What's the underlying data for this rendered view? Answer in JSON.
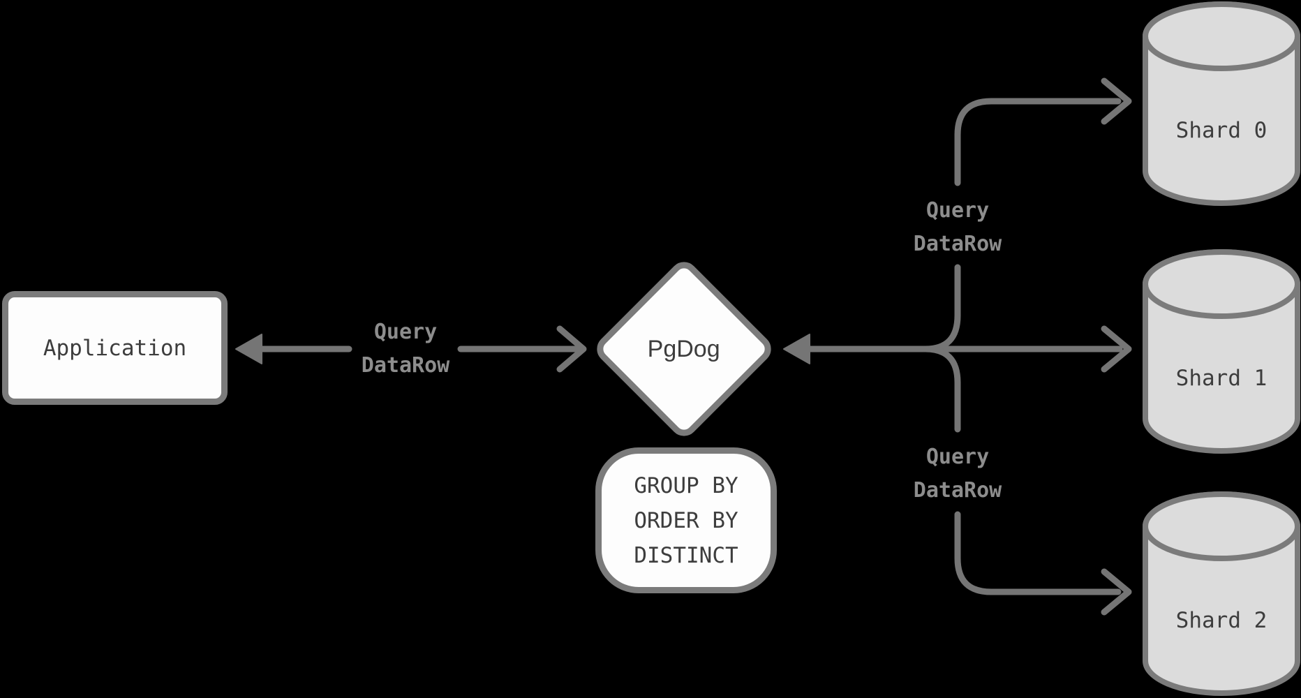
{
  "colors": {
    "canvas-bg": "#000000",
    "node-fill": "#fdfdfd",
    "node-border": "#7b7b7b",
    "node-text": "#3d3d3d",
    "line": "#757575",
    "edge-label": "#8d8d8d",
    "cyl-fill": "#dcdcdc"
  },
  "nodes": {
    "application": {
      "label": "Application"
    },
    "pgdog": {
      "label": "PgDog"
    },
    "aggregates": {
      "lines": [
        "GROUP BY",
        "ORDER BY",
        "DISTINCT"
      ]
    }
  },
  "shards": [
    {
      "label": "Shard 0"
    },
    {
      "label": "Shard 1"
    },
    {
      "label": "Shard 2"
    }
  ],
  "edge_labels": {
    "app_pgdog": {
      "line1": "Query",
      "line2": "DataRow"
    },
    "pgdog_shard0": {
      "line1": "Query",
      "line2": "DataRow"
    },
    "pgdog_shard2": {
      "line1": "Query",
      "line2": "DataRow"
    }
  }
}
